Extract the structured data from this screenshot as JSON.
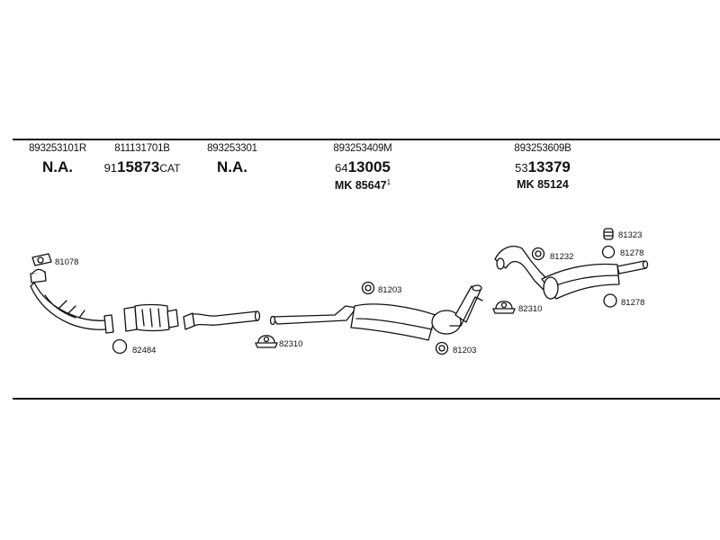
{
  "columns": [
    {
      "oe": "893253101R",
      "na": "N.A."
    },
    {
      "oe": "811131701B",
      "prefix": "91",
      "main": "15873",
      "suffix": "CAT"
    },
    {
      "oe": "893253301",
      "na": "N.A."
    },
    {
      "oe": "893253409M",
      "prefix": "64",
      "main": "13005",
      "mk": "MK  85647",
      "mk_sup": "1"
    },
    {
      "oe": "893253609B",
      "prefix": "53",
      "main": "13379",
      "mk": "MK  85124"
    }
  ],
  "labels": {
    "p81078": "81078",
    "p82484": "82484",
    "p82310a": "82310",
    "p81203a": "81203",
    "p81203b": "81203",
    "p82310b": "82310",
    "p81232": "81232",
    "p81323": "81323",
    "p81278a": "81278",
    "p81278b": "81278"
  }
}
